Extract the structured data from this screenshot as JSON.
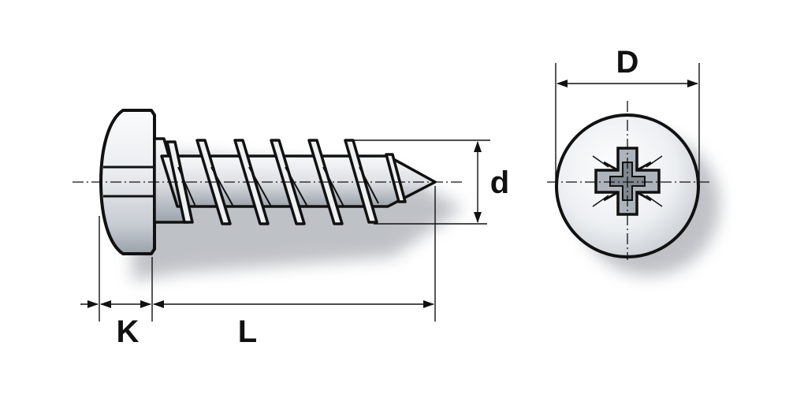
{
  "labels": {
    "head_diameter": "D",
    "thread_diameter": "d",
    "head_height": "K",
    "length": "L"
  },
  "colors": {
    "outline": "#111111",
    "metal_light": "#f4f5f6",
    "metal_mid": "#cfd3d8",
    "metal_dark": "#8e949c",
    "shadow": "#9aa0a8"
  },
  "icons": {
    "recess": "pozidriv-cross-recess-icon"
  }
}
